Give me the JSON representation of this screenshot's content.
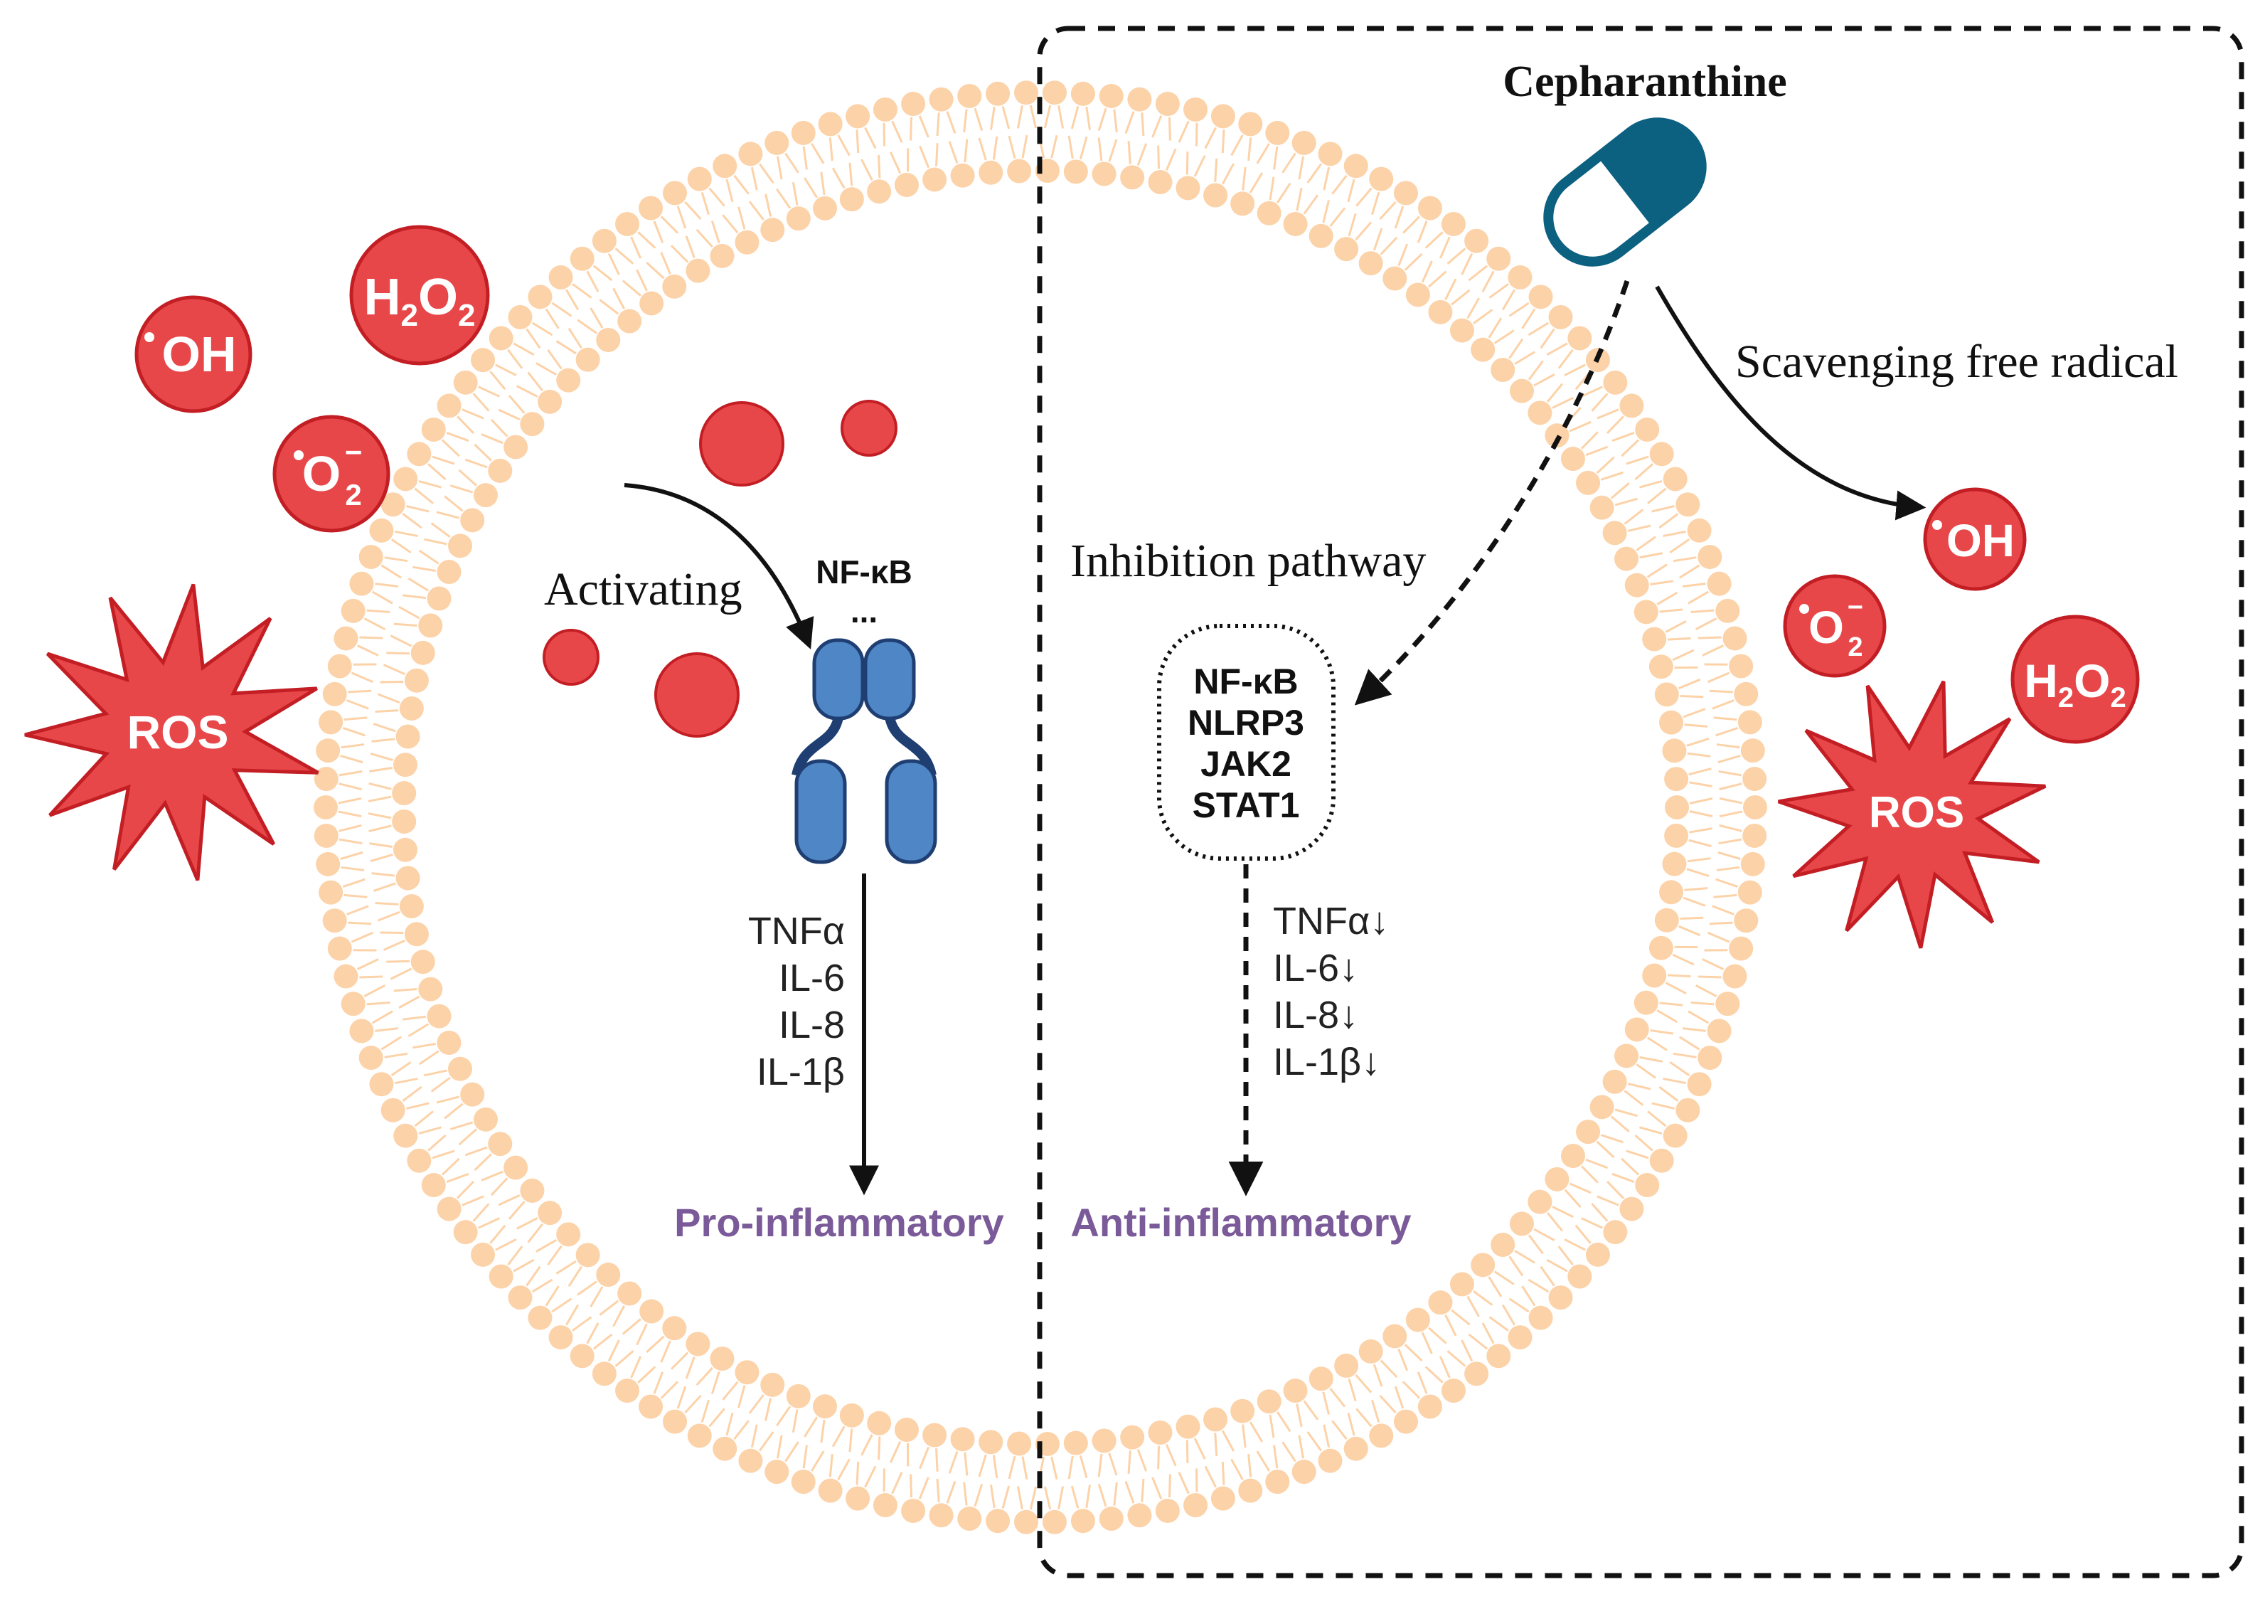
{
  "drug": {
    "name": "Cepharanthine"
  },
  "labels": {
    "activating": "Activating",
    "nfkb": "NF-κB",
    "ellipsis": "...",
    "inhibition": "Inhibition pathway",
    "scavenging": "Scavenging free radical",
    "pro": "Pro-inflammatory",
    "anti": "Anti-inflammatory"
  },
  "ros_left": {
    "oh": "OH",
    "h2o2_h": "H",
    "h2o2_2a": "2",
    "h2o2_o": "O",
    "h2o2_2b": "2",
    "o2_o": "O",
    "o2_sub": "2",
    "o2_sup": "−",
    "ros": "ROS"
  },
  "ros_right": {
    "oh": "OH",
    "h2o2_h": "H",
    "h2o2_2a": "2",
    "h2o2_o": "O",
    "h2o2_2b": "2",
    "o2_o": "O",
    "o2_sub": "2",
    "o2_sup": "−",
    "ros": "ROS"
  },
  "cytokines_pro": [
    "TNFα",
    "IL-6",
    "IL-8",
    "IL-1β"
  ],
  "cytokines_anti": [
    "TNFα↓",
    "IL-6↓",
    "IL-8↓",
    "IL-1β↓"
  ],
  "targets": [
    "NF-κB",
    "NLRP3",
    "JAK2",
    "STAT1"
  ],
  "colors": {
    "ros_red": "#e8474a",
    "ros_stroke": "#c21e24",
    "membrane": "#fcd2a8",
    "receptor": "#4f86c6",
    "receptor_stroke": "#1f3f73",
    "capsule": "#0c6080",
    "label_purple": "#7a5a98"
  }
}
